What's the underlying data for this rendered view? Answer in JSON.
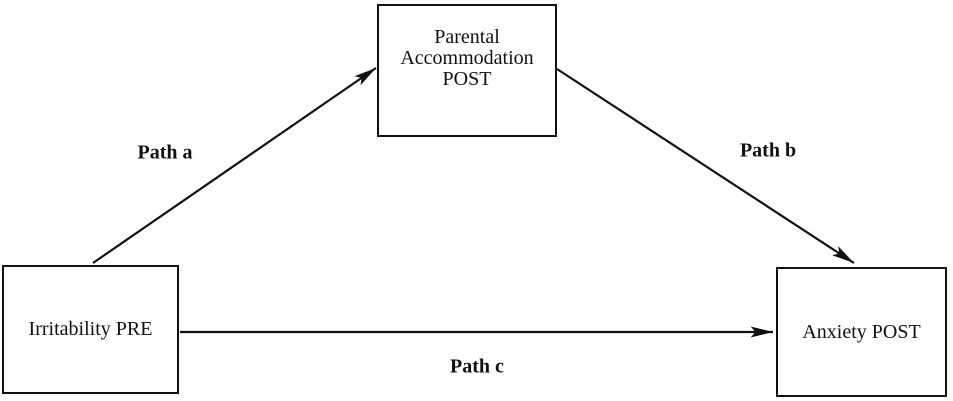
{
  "diagram": {
    "background_color": "#ffffff",
    "line_color": "#111111",
    "text_color": "#111111",
    "nodes": {
      "mediator": {
        "label": "Parental Accommodation POST"
      },
      "predictor": {
        "label": "Irritability PRE"
      },
      "outcome": {
        "label": "Anxiety POST"
      }
    },
    "paths": {
      "a": {
        "label": "Path a",
        "from": "Irritability PRE",
        "to": "Parental Accommodation POST"
      },
      "b": {
        "label": "Path b",
        "from": "Parental Accommodation POST",
        "to": "Anxiety POST"
      },
      "c": {
        "label": "Path c",
        "from": "Irritability PRE",
        "to": "Anxiety POST"
      }
    }
  }
}
